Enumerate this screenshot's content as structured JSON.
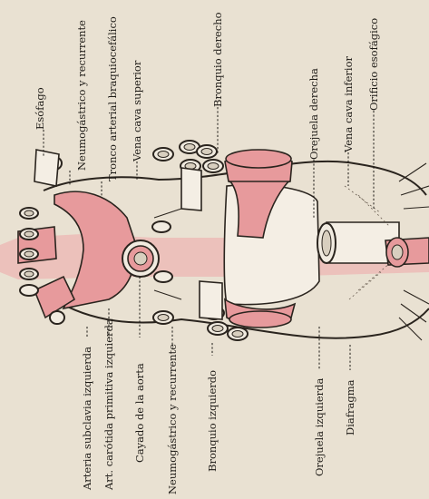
{
  "labels": {
    "esofago": "Esófago",
    "neumogastrico_derecho": "Neumogástrico y recurrente",
    "tronco_braquiocefalico": "Tronco arterial braquiocefálico",
    "vena_cava_superior": "Vena cava superior",
    "bronquio_derecho": "Bronquio derecho",
    "orejuela_derecha": "Orejuela derecha",
    "vena_cava_inferior": "Vena cava inferior",
    "orificio_esofagico": "Orificio esofágico",
    "arteria_subclavia": "Arteria subclavia izquierda",
    "carotida": "Art. carótida primitiva izquierda",
    "cayado": "Cayado de la aorta",
    "neumogastrico_izquierdo": "Neumogástrico y recurrente",
    "bronquio_izquierdo": "Bronquio izquierdo",
    "orejuela_izquierda": "Orejuela izquierda",
    "diafragma": "Diafragma"
  },
  "colors": {
    "paper": "#e9e1d2",
    "vessel_red": "#e79a9c",
    "ink": "#2a241e"
  }
}
